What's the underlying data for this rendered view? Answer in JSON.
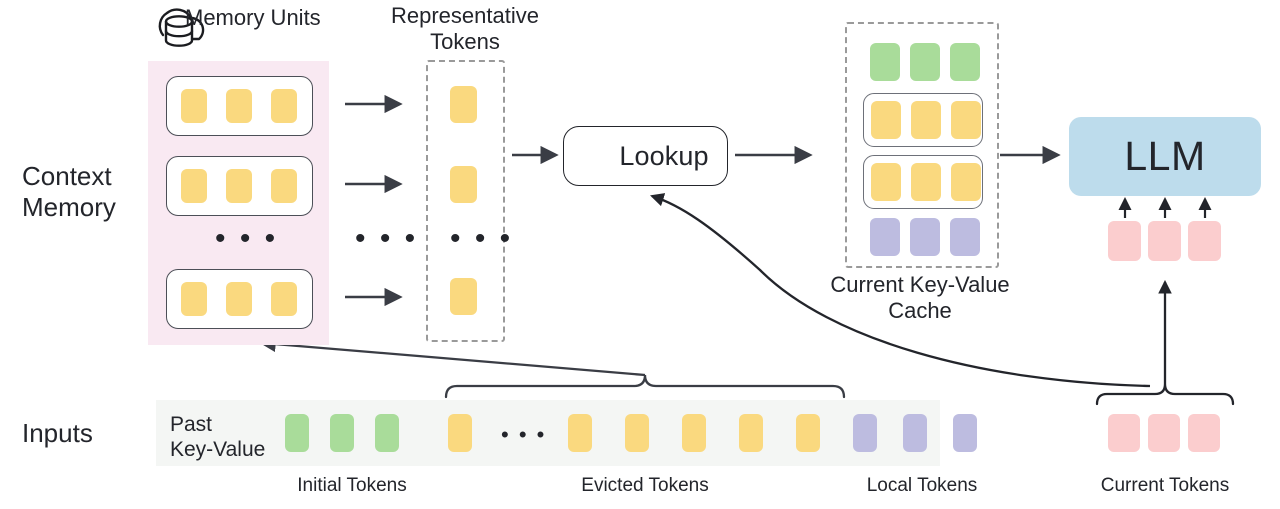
{
  "diagram": {
    "title": "Context memory LLM inference pipeline",
    "row_labels": {
      "context_memory": "Context\nMemory",
      "inputs": "Inputs"
    },
    "headers": {
      "memory_units": "Memory Units",
      "representative_tokens": "Representative\nTokens"
    },
    "lookup": {
      "label": "Lookup",
      "icon": "magnifier-icon"
    },
    "kv_cache": {
      "caption": "Current Key-Value\nCache"
    },
    "llm": {
      "label": "LLM"
    },
    "inputs": {
      "past_key_value_label": "Past\nKey-Value",
      "group_captions": {
        "initial": "Initial Tokens",
        "evicted": "Evicted Tokens",
        "local": "Local Tokens",
        "current": "Current Tokens"
      },
      "ellipsis": "• • •"
    },
    "ellipsis": "• • •",
    "colors": {
      "yellow_token": "#fad97f",
      "green_token": "#a9dc9a",
      "purple_token": "#bdbce0",
      "pink_token": "#fbcdce",
      "llm_block": "#bddcec",
      "context_panel": "#f9e9f2",
      "inputs_strip": "#f4f6f4",
      "stroke": "#23252b",
      "dashed_stroke": "#9a9a9a"
    },
    "counts": {
      "memory_units_shown": 3,
      "tokens_per_memory_unit": 3,
      "representative_tokens_shown": 3,
      "kv_cache_rows": 4,
      "kv_cache_tokens_per_row": 3,
      "initial_tokens": 3,
      "evicted_tokens_shown": 6,
      "local_tokens": 3,
      "current_tokens": 3
    }
  }
}
